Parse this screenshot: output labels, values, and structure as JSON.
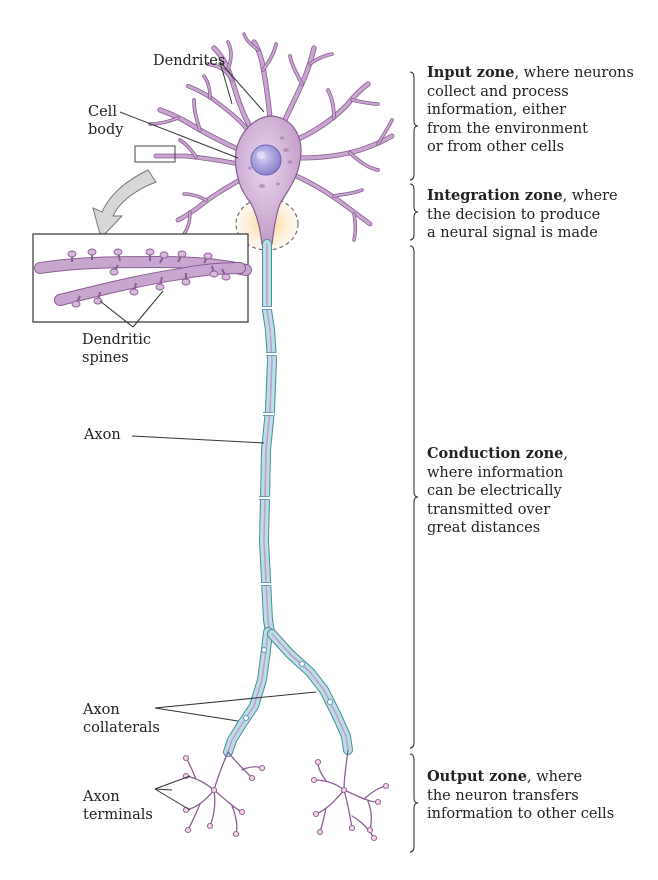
{
  "labels": {
    "dendrites": "Dendrites",
    "cell_body": [
      "Cell",
      "body"
    ],
    "dendritic_spines": [
      "Dendritic",
      "spines"
    ],
    "axon": "Axon",
    "axon_collaterals": [
      "Axon",
      "collaterals"
    ],
    "axon_terminals": [
      "Axon",
      "terminals"
    ]
  },
  "zones": {
    "input": {
      "title": "Input zone",
      "first_rest": ", where neurons",
      "rest": [
        "collect and process",
        "information, either",
        "from the environment",
        "or from other cells"
      ]
    },
    "integration": {
      "title": "Integration zone",
      "first_rest": ", where",
      "rest": [
        "the decision to produce",
        "a neural signal is made"
      ]
    },
    "conduction": {
      "title": "Conduction zone",
      "first_rest": ",",
      "rest": [
        "where information",
        "can be electrically",
        "transmitted over",
        "great distances"
      ]
    },
    "output": {
      "title": "Output zone",
      "first_rest": ", where",
      "rest": [
        "the neuron transfers",
        "information to other cells"
      ]
    }
  },
  "colors": {
    "cell": "#c9a6cf",
    "cell_stroke": "#8a5d93",
    "nucleus": "#9e95d8",
    "axon_fill": "#b9dfe6",
    "axon_stroke": "#4a8c9c",
    "axon_core": "#c59ccc",
    "hillock": "#f7c27a",
    "terminal": "#f2d0dc",
    "line": "#333333"
  }
}
